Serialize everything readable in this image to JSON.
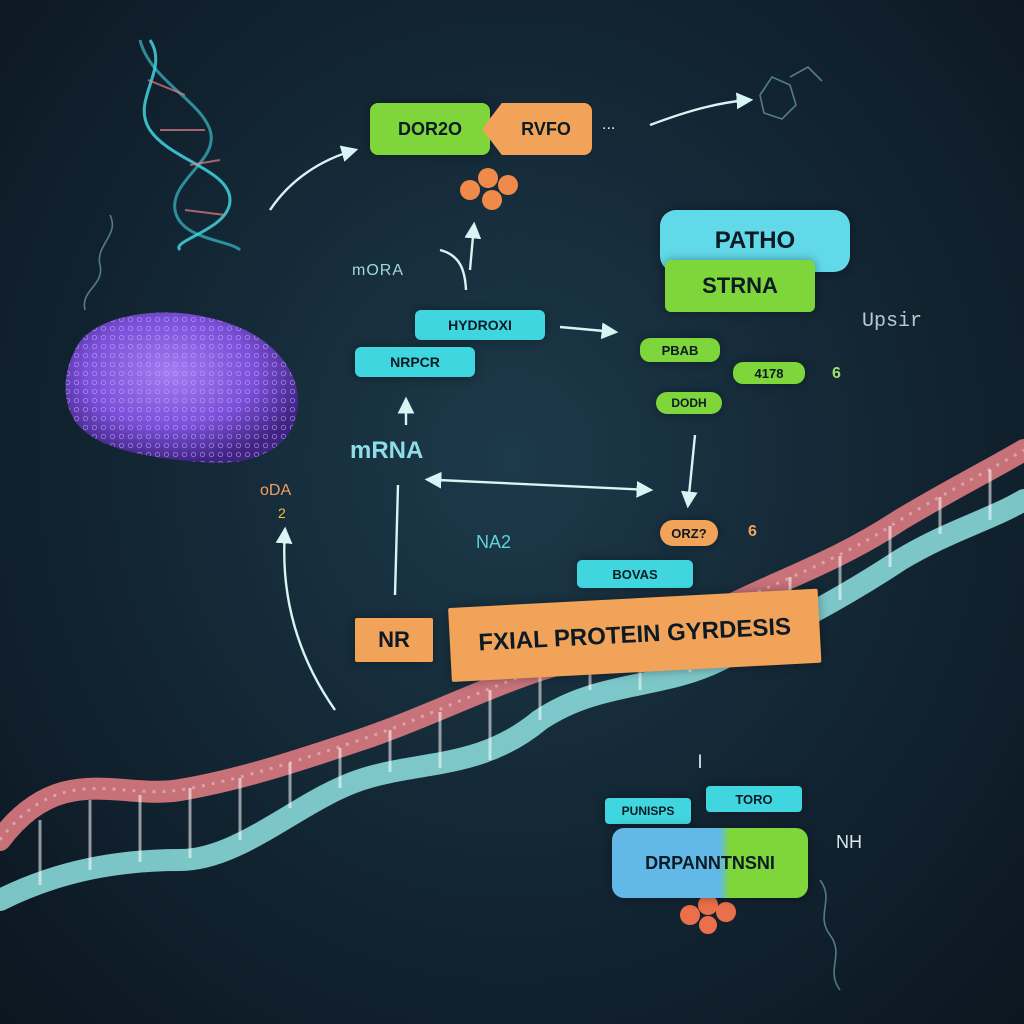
{
  "colors": {
    "background": "#142836",
    "cyan": "#3fd6e0",
    "green": "#7ed63a",
    "orange": "#f2a35a",
    "purple": "#7b4fd8",
    "helix_pink": "#e77f86",
    "helix_teal": "#8fe3e3"
  },
  "labels": {
    "top_left": "DOR2O",
    "top_right": "RVFO",
    "pathway": "PATHO",
    "strna": "STRNA",
    "hydro": "HYDROXI",
    "nrp": "NRPCR",
    "left_green": "PBAB",
    "right_green": "4178",
    "small_green": "DODH",
    "orange_small": "ORZ?",
    "cyan_lower": "BOVAS",
    "nr_box": "NR",
    "main_banner": "FXIAL PROTEIN GYRDESIS",
    "bottom_left_cyan": "PUNISPS",
    "bottom_right_cyan": "TORO",
    "bottom_banner": "DRPANNTNSNI"
  },
  "text": {
    "mrna_small": "mORA",
    "mrna_big": "mRNA",
    "na2": "NA2",
    "side_right": "Upsir",
    "left_small": "oDA",
    "left_small_2": "2",
    "num_6a": "6",
    "num_6b": "6",
    "nh_tag": "NH",
    "tiny_glyph": "l",
    "arrow_dots": "..."
  }
}
